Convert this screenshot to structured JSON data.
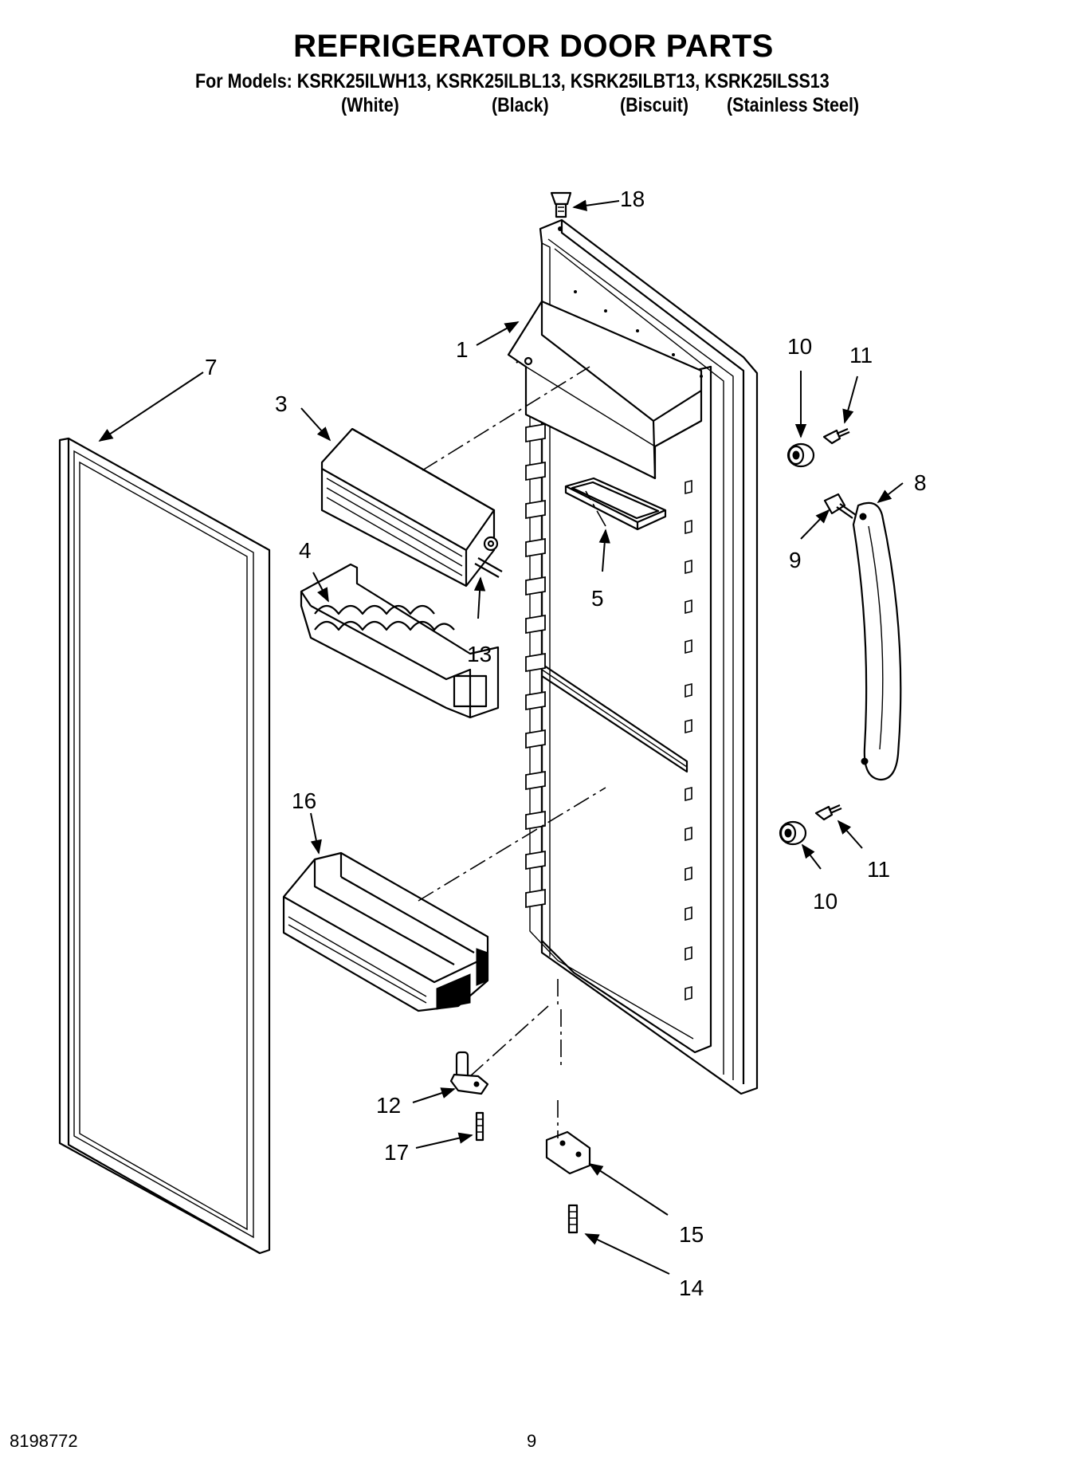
{
  "header": {
    "title": "REFRIGERATOR DOOR PARTS",
    "models_line": "For Models: KSRK25ILWH13, KSRK25ILBL13, KSRK25ILBT13, KSRK25ILSS13",
    "colors": [
      "(White)",
      "(Black)",
      "(Biscuit)",
      "(Stainless Steel)"
    ]
  },
  "callouts": {
    "c1": "1",
    "c3": "3",
    "c4": "4",
    "c5": "5",
    "c7": "7",
    "c8": "8",
    "c9": "9",
    "c10a": "10",
    "c10b": "10",
    "c11a": "11",
    "c11b": "11",
    "c12": "12",
    "c13": "13",
    "c14": "14",
    "c15": "15",
    "c16": "16",
    "c17": "17",
    "c18": "18"
  },
  "footer": {
    "doc_number": "8198772",
    "page_number": "9"
  }
}
